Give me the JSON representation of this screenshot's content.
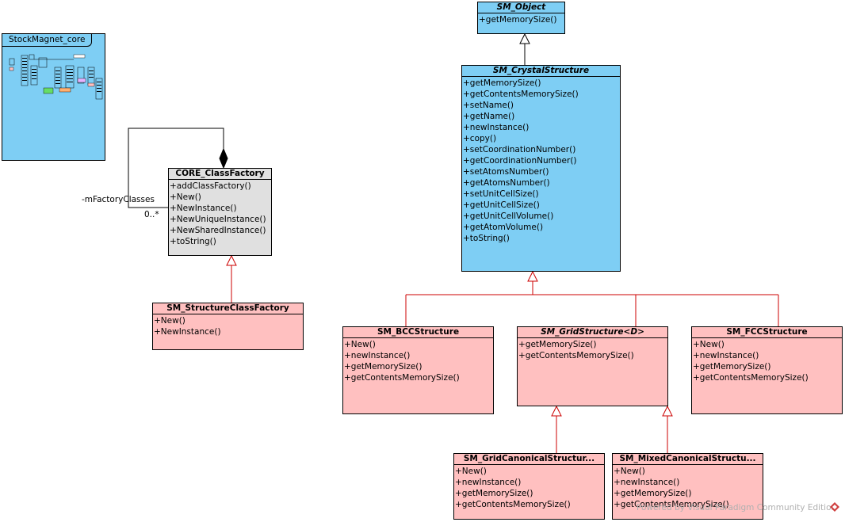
{
  "package": {
    "name": "StockMagnet_core"
  },
  "classes": {
    "sm_object": {
      "name": "SM_Object",
      "ops": [
        "+getMemorySize()"
      ]
    },
    "sm_crystal": {
      "name": "SM_CrystalStructure",
      "ops": [
        "+getMemorySize()",
        "+getContentsMemorySize()",
        "+setName()",
        "+getName()",
        "+newInstance()",
        "+copy()",
        "+setCoordinationNumber()",
        "+getCoordinationNumber()",
        "+setAtomsNumber()",
        "+getAtomsNumber()",
        "+setUnitCellSize()",
        "+getUnitCellSize()",
        "+getUnitCellVolume()",
        "+getAtomVolume()",
        "+toString()"
      ]
    },
    "core_factory": {
      "name": "CORE_ClassFactory",
      "ops": [
        "+addClassFactory()",
        "+New()",
        "+NewInstance()",
        "+NewUniqueInstance()",
        "+NewSharedInstance()",
        "+toString()"
      ]
    },
    "sm_struct_factory": {
      "name": "SM_StructureClassFactory",
      "ops": [
        "+New()",
        "+NewInstance()"
      ]
    },
    "sm_bcc": {
      "name": "SM_BCCStructure",
      "ops": [
        "+New()",
        "+newInstance()",
        "+getMemorySize()",
        "+getContentsMemorySize()"
      ]
    },
    "sm_grid": {
      "name": "SM_GridStructure<D>",
      "ops": [
        "+getMemorySize()",
        "+getContentsMemorySize()"
      ]
    },
    "sm_fcc": {
      "name": "SM_FCCStructure",
      "ops": [
        "+New()",
        "+newInstance()",
        "+getMemorySize()",
        "+getContentsMemorySize()"
      ]
    },
    "sm_gridcanon": {
      "name": "SM_GridCanonicalStructur...",
      "ops": [
        "+New()",
        "+newInstance()",
        "+getMemorySize()",
        "+getContentsMemorySize()"
      ]
    },
    "sm_mixedcanon": {
      "name": "SM_MixedCanonicalStructu...",
      "ops": [
        "+New()",
        "+newInstance()",
        "+getMemorySize()",
        "+getContentsMemorySize()"
      ]
    }
  },
  "association": {
    "role": "-mFactoryClasses",
    "multiplicity": "0..*"
  },
  "footer": "Powered by Visual Paradigm Community Edition",
  "colors": {
    "blue": "#7ecef4",
    "pink": "#ffc0c0",
    "grey": "#e0e0e0",
    "inherit_red": "#cc0000"
  }
}
